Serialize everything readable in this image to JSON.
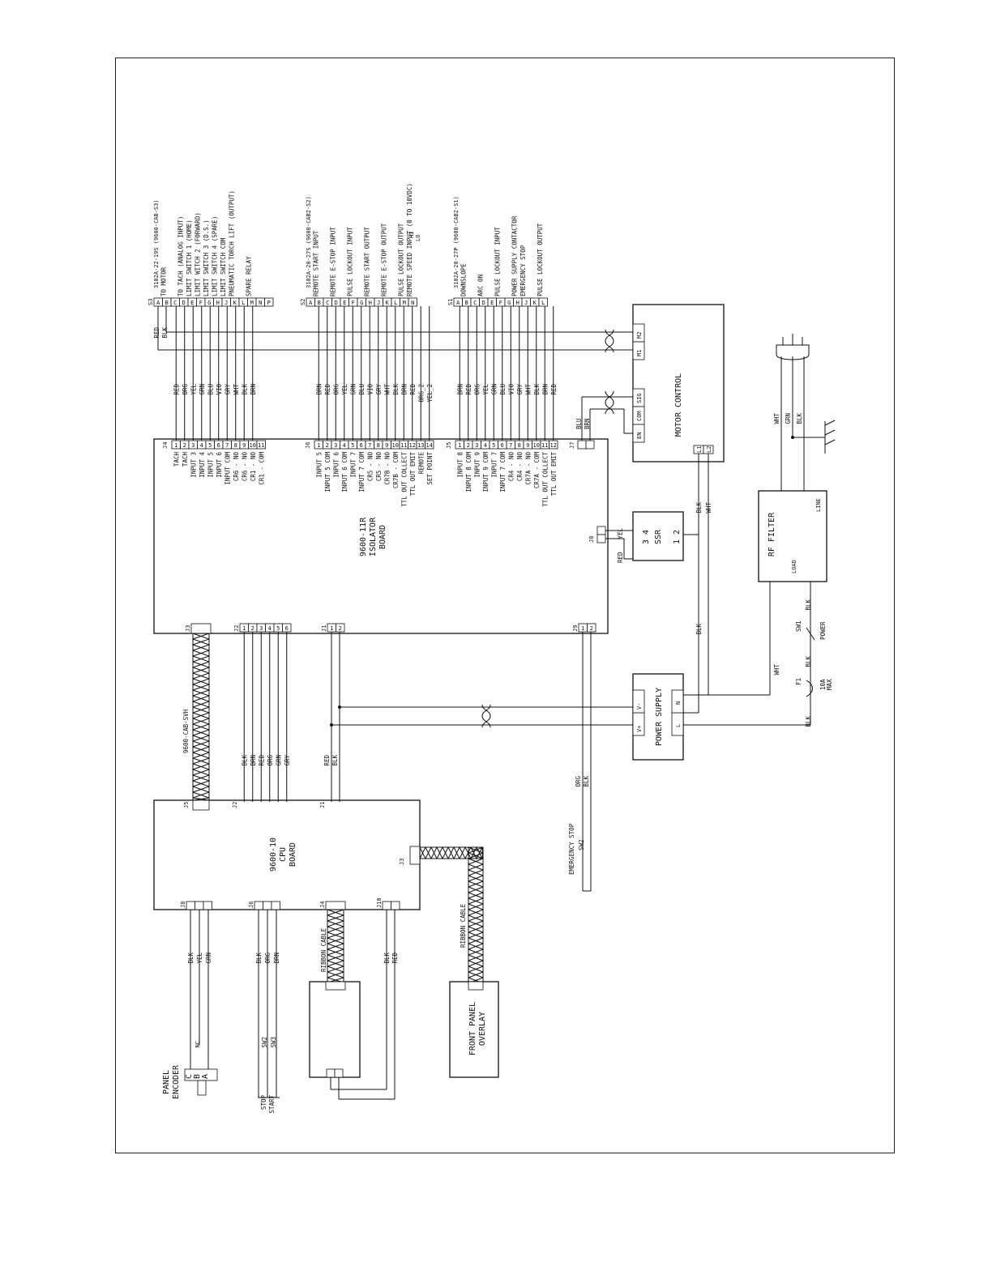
{
  "boards": {
    "isolator": {
      "line1": "9600-11R",
      "line2": "ISOLATOR",
      "line3": "BOARD"
    },
    "cpu": {
      "line1": "9600-10",
      "line2": "CPU",
      "line3": "BOARD"
    }
  },
  "connectors": {
    "s3": {
      "tag": "S3",
      "header": "3102A-22-19S (9600-CAB-S3)",
      "pins": [
        "A",
        "B",
        "C",
        "D",
        "E",
        "F",
        "G",
        "H",
        "J",
        "K",
        "L",
        "M",
        "N",
        "P"
      ],
      "labels": [
        "TO MOTOR",
        "",
        "TO TACH (ANALOG INPUT)",
        "LIMIT SWITCH 1 (HOME)",
        "LIMIT WITCH 2 (FORWARD)",
        "LIMIT SWITCH 3 (D.S.)",
        "LIMIT SWITCH 4 (SPARE)",
        "LIMIT SWITCH COM",
        "PNEUMATIC TORCH LIFT (OUTPUT)",
        "",
        "SPARE RELAY",
        "",
        "",
        ""
      ],
      "motor_wires": [
        "RED",
        "BLK"
      ]
    },
    "s2": {
      "tag": "S2",
      "header": "3102A-20-27S (9600-CAB2-S2)",
      "pins": [
        "A",
        "B",
        "C",
        "D",
        "E",
        "F",
        "G",
        "H",
        "J",
        "K",
        "L",
        "M",
        "N"
      ],
      "labels": [
        "REMOTE START INPUT",
        "",
        "REMOTE E-STOP INPUT",
        "",
        "PULSE LOCKOUT INPUT",
        "",
        "REMOTE START OUTPUT",
        "",
        "REMOTE E-STOP OUTPUT",
        "",
        "PULSE LOCKOUT OUTPUT",
        "REMOTE SPEED INPUT (0 TO 10VDC)",
        ""
      ],
      "speed_hi": "HI",
      "speed_lo": "LO"
    },
    "s1": {
      "tag": "S1",
      "header": "3102A-20-27P (9600-CAB2-S1)",
      "pins": [
        "A",
        "B",
        "C",
        "D",
        "E",
        "F",
        "G",
        "H",
        "J",
        "K",
        "L"
      ],
      "labels": [
        "DOWNSLOPE",
        "",
        "ARC ON",
        "",
        "PULSE LOCKOUT INPUT",
        "",
        "POWER SUPPLY CONTACTOR",
        "EMERGENCY STOP",
        "",
        "PULSE LOCKOUT OUTPUT",
        ""
      ]
    }
  },
  "wire_colors": {
    "j4": [
      "RED",
      "ORG",
      "YEL",
      "GRN",
      "BLU",
      "VIO",
      "GRY",
      "WHT",
      "BLK",
      "BRN"
    ],
    "j6": [
      "BRN",
      "RED",
      "ORG",
      "YEL",
      "GRN",
      "BLU",
      "VIO",
      "GRY",
      "WHT",
      "BLK",
      "BRN",
      "RED",
      "ORG_2",
      "YEL_2"
    ],
    "j5": [
      "BRN",
      "RED",
      "ORG",
      "YEL",
      "GRN",
      "BLU",
      "VIO",
      "GRY",
      "WHT",
      "BLK",
      "BRN",
      "RED"
    ]
  },
  "isolator_pins": {
    "j4": {
      "tag": "J4",
      "labels": [
        "TACH",
        "TACH",
        "INPUT 3",
        "INPUT 4",
        "INPUT 5",
        "INPUT 6",
        "INPUT COM",
        "CR6 - NO",
        "CR6 - NO",
        "CR1 - NO",
        "CR1 - COM"
      ],
      "nums": [
        "1",
        "2",
        "3",
        "4",
        "5",
        "6",
        "7",
        "8",
        "9",
        "10",
        "11"
      ]
    },
    "j6": {
      "tag": "J6",
      "labels": [
        "INPUT 5",
        "INPUT 5 COM",
        "INPUT 6",
        "INPUT 6 COM",
        "INPUT 7",
        "INPUT 7 COM",
        "CR5 - NO",
        "CR5 - NO",
        "CR7B - NO",
        "CR7B - COM",
        "TTL OUT COLLECT",
        "TTL OUT EMIT",
        "REMOTE",
        "SET POINT"
      ],
      "nums": [
        "1",
        "2",
        "3",
        "4",
        "5",
        "6",
        "7",
        "8",
        "9",
        "10",
        "11",
        "12",
        "13",
        "14"
      ]
    },
    "j5": {
      "tag": "J5",
      "labels": [
        "INPUT 8",
        "INPUT 8 COM",
        "INPUT 9",
        "INPUT 9 COM",
        "INPUT 7",
        "INPUT 7 COM",
        "CR4 - NO",
        "CR4 - NO",
        "CR7A - NO",
        "CR7A - COM",
        "TTL OUT COLLECT",
        "TTL OUT EMIT"
      ],
      "nums": [
        "1",
        "2",
        "3",
        "4",
        "5",
        "6",
        "7",
        "8",
        "9",
        "10",
        "11",
        "12"
      ]
    },
    "j7": {
      "tag": "J7",
      "wires": [
        "BLU",
        "BRN"
      ]
    },
    "j8": {
      "tag": "J8",
      "wires": [
        "YEL",
        "RED"
      ]
    },
    "j3": {
      "tag": "J3"
    },
    "j2": {
      "tag": "J2"
    },
    "j1": {
      "tag": "J1"
    },
    "j9": {
      "tag": "J9"
    }
  },
  "motor_control": {
    "title": "MOTOR CONTROL",
    "pins_top": [
      "M2",
      "M1",
      "SIG",
      "COM",
      "EN"
    ],
    "pins_bottom": [
      "L1",
      "L2"
    ],
    "wires": [
      "BLK",
      "WHT"
    ]
  },
  "ssr": {
    "title": "SSR",
    "top_pins": "3 4",
    "bottom_pins": "1 2"
  },
  "power_supply": {
    "title": "POWER SUPPLY",
    "pins": [
      "V+",
      "V-",
      "L",
      "N"
    ]
  },
  "rf_filter": {
    "title": "RF FILTER",
    "line": "LINE",
    "load": "LOAD"
  },
  "mains": {
    "wires": [
      "WHT",
      "GRN",
      "BLK"
    ]
  },
  "sw1": {
    "tag": "SW1",
    "label": "POWER",
    "wires": [
      "BLK",
      "BLK"
    ]
  },
  "fuse": {
    "tag": "F1",
    "rating": "10A",
    "max": "MAX",
    "wire": "BLK"
  },
  "blk_wire": "BLK",
  "wht_wire": "WHT",
  "estop": {
    "label": "EMERGENCY STOP",
    "tag": "SW2",
    "wires": [
      "ORG",
      "BLK"
    ]
  },
  "cables": {
    "svh": "9600-CAB-SVH",
    "ribbon1": "RIBBON CABLE",
    "ribbon2": "RIBBON CABLE"
  },
  "cpu_j2_wires": [
    "BLK",
    "BRN",
    "RED",
    "ORG",
    "GRN",
    "GRY"
  ],
  "cpu_j1_wires": [
    "RED",
    "BLK"
  ],
  "cpu_pins": {
    "j5": "J5",
    "j2": "J2",
    "j1": "J1",
    "j3": "J3",
    "j8": "J8",
    "j6": "J6",
    "j4": "J4",
    "j10": "J10"
  },
  "encoder": {
    "label1": "PANEL",
    "label2": "ENCODER",
    "pins": [
      "C",
      "B",
      "A"
    ],
    "wires": [
      "BLK",
      "YEL",
      "GRN"
    ],
    "nc": "NC"
  },
  "switches": {
    "stop": "STOP",
    "start": "START",
    "sw2": "SW2",
    "sw3": "SW3",
    "wires": [
      "BLK",
      "ORG",
      "BRN"
    ]
  },
  "j10_wires": [
    "BLK",
    "RED"
  ],
  "front_panel": {
    "line1": "FRONT PANEL",
    "line2": "OVERLAY"
  }
}
